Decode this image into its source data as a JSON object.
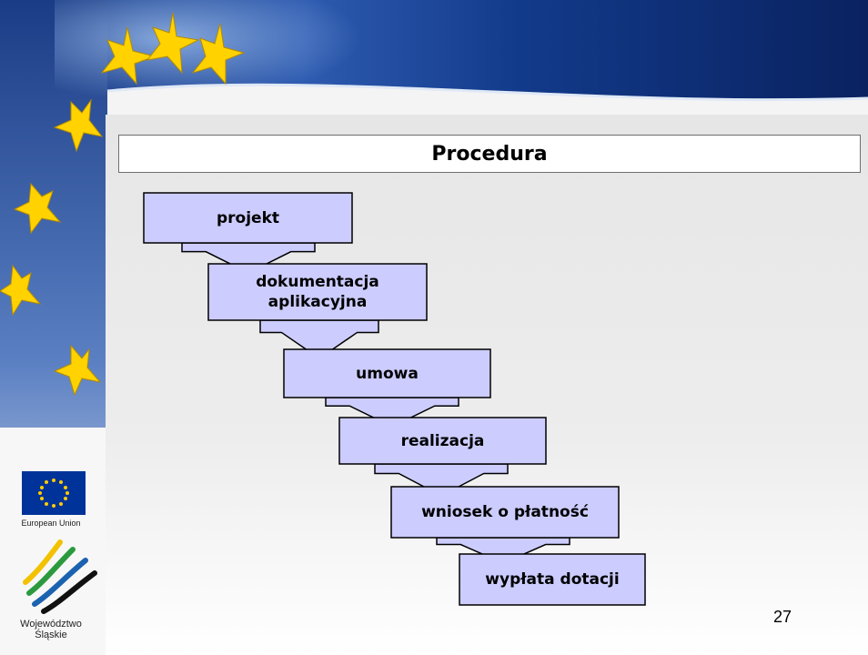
{
  "slide": {
    "title": "Procedura",
    "page_number": "27"
  },
  "flow": {
    "steps": [
      {
        "label": "projekt"
      },
      {
        "label": "dokumentacja\naplikacyjna"
      },
      {
        "label": "umowa"
      },
      {
        "label": "realizacja"
      },
      {
        "label": "wniosek o płatność"
      },
      {
        "label": "wypłata dotacji"
      }
    ]
  },
  "logos": {
    "eu_caption": "European Union",
    "region_caption": "Województwo\nŚląskie"
  },
  "colors": {
    "step_fill": "#ccccff",
    "step_stroke": "#000000",
    "banner_blue": "#1d3f8a",
    "star_gold": "#ffd200"
  }
}
